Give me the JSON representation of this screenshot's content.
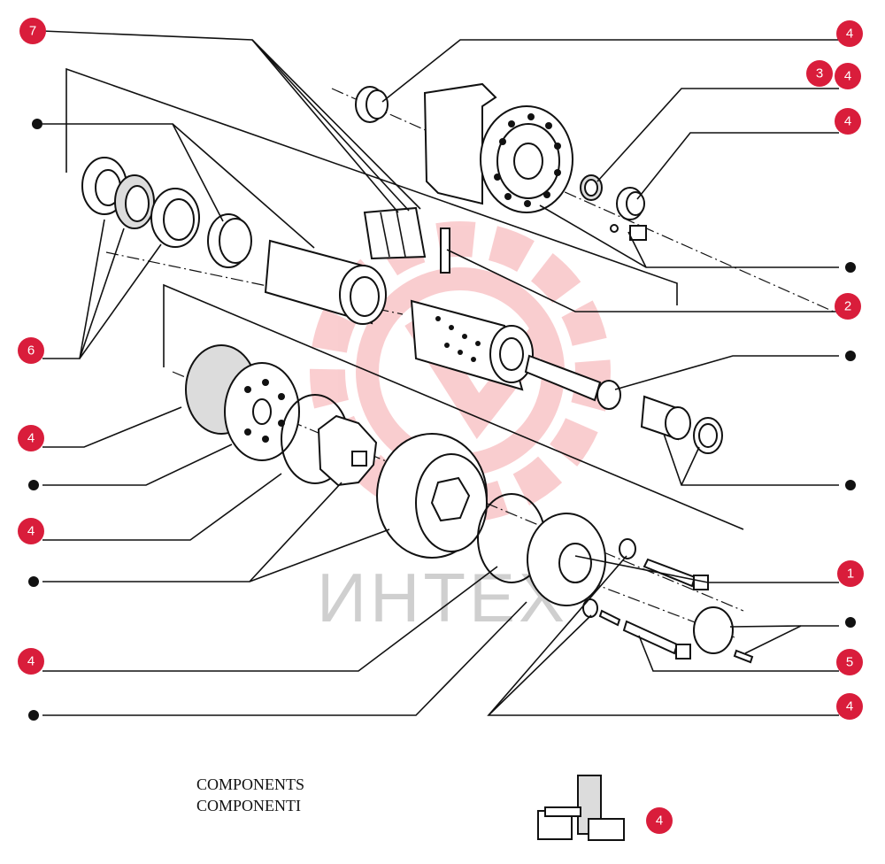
{
  "caption": {
    "line1": "COMPONENTS",
    "line2": "COMPONENTI"
  },
  "watermark": {
    "text": "ИНТЕХ",
    "color": "#e8202a"
  },
  "badge_color": "#d91d3b",
  "callouts": [
    {
      "id": "c7",
      "label": "7"
    },
    {
      "id": "c4a",
      "label": "4"
    },
    {
      "id": "c3",
      "label": "3"
    },
    {
      "id": "c4b",
      "label": "4"
    },
    {
      "id": "c4c",
      "label": "4"
    },
    {
      "id": "c2",
      "label": "2"
    },
    {
      "id": "c6",
      "label": "6"
    },
    {
      "id": "c4d",
      "label": "4"
    },
    {
      "id": "c4e",
      "label": "4"
    },
    {
      "id": "c1",
      "label": "1"
    },
    {
      "id": "c5",
      "label": "5"
    },
    {
      "id": "c4f",
      "label": "4"
    },
    {
      "id": "c4g",
      "label": "4"
    },
    {
      "id": "c4h",
      "label": "4"
    }
  ]
}
